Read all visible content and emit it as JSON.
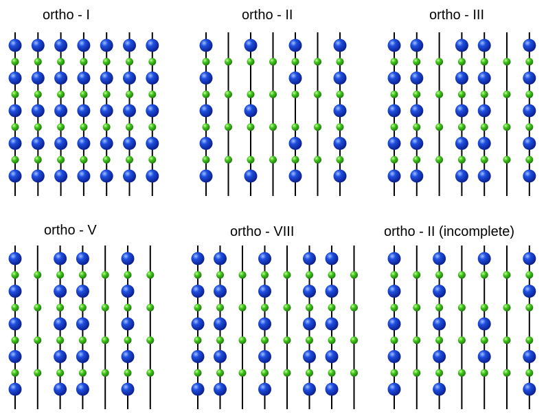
{
  "colors": {
    "large_atom": "#1f4fe0",
    "small_atom": "#44c81e",
    "chain": "#000000",
    "background": "#ffffff"
  },
  "panels": [
    {
      "title": "ortho - I",
      "chains": [
        {
          "blue": [
            0,
            1,
            2,
            3,
            4
          ],
          "green": [
            0,
            1,
            2,
            3
          ]
        },
        {
          "blue": [
            0,
            1,
            2,
            3,
            4
          ],
          "green": [
            0,
            1,
            2,
            3
          ]
        },
        {
          "blue": [
            0,
            1,
            2,
            3,
            4
          ],
          "green": [
            0,
            1,
            2,
            3
          ]
        },
        {
          "blue": [
            0,
            1,
            2,
            3,
            4
          ],
          "green": [
            0,
            1,
            2,
            3
          ]
        },
        {
          "blue": [
            0,
            1,
            2,
            3,
            4
          ],
          "green": [
            0,
            1,
            2,
            3
          ]
        },
        {
          "blue": [
            0,
            1,
            2,
            3,
            4
          ],
          "green": [
            0,
            1,
            2,
            3
          ]
        },
        {
          "blue": [
            0,
            1,
            2,
            3,
            4
          ],
          "green": [
            0,
            1,
            2,
            3
          ]
        }
      ]
    },
    {
      "title": "ortho - II",
      "chains": [
        {
          "blue": [
            0,
            1,
            2,
            3,
            4
          ],
          "green": [
            0,
            1,
            2,
            3
          ]
        },
        {
          "blue": [],
          "green": [
            0,
            1,
            2,
            3
          ]
        },
        {
          "blue": [
            0,
            2,
            4
          ],
          "green": [
            0,
            1,
            2,
            3
          ]
        },
        {
          "blue": [],
          "green": [
            0,
            1,
            2,
            3
          ]
        },
        {
          "blue": [
            0,
            1,
            3,
            4
          ],
          "green": [
            0,
            1,
            2,
            3
          ]
        },
        {
          "blue": [],
          "green": [
            0,
            1,
            2,
            3
          ]
        },
        {
          "blue": [
            0,
            1,
            2,
            3,
            4
          ],
          "green": [
            0,
            1,
            2,
            3
          ]
        }
      ]
    },
    {
      "title": "ortho - III",
      "chains": [
        {
          "blue": [
            0,
            1,
            2,
            3,
            4
          ],
          "green": [
            0,
            1,
            2,
            3
          ]
        },
        {
          "blue": [
            0,
            1,
            2,
            3,
            4
          ],
          "green": [
            0,
            1,
            2,
            3
          ]
        },
        {
          "blue": [],
          "green": [
            0,
            1,
            2,
            3
          ]
        },
        {
          "blue": [
            0,
            1,
            2,
            3,
            4
          ],
          "green": [
            0,
            1,
            2,
            3
          ]
        },
        {
          "blue": [
            0,
            1,
            2,
            3,
            4
          ],
          "green": [
            0,
            1,
            2,
            3
          ]
        },
        {
          "blue": [],
          "green": [
            0,
            1,
            2,
            3
          ]
        },
        {
          "blue": [
            0,
            1,
            2,
            3,
            4
          ],
          "green": [
            0,
            1,
            2,
            3
          ]
        }
      ]
    },
    {
      "title": "ortho - V",
      "chains": [
        {
          "blue": [
            0,
            1,
            2,
            3,
            4
          ],
          "green": [
            0,
            1,
            2,
            3
          ]
        },
        {
          "blue": [],
          "green": [
            0,
            1,
            2,
            3
          ]
        },
        {
          "blue": [
            0,
            1,
            2,
            3,
            4
          ],
          "green": [
            0,
            1,
            2,
            3
          ]
        },
        {
          "blue": [
            0,
            1,
            2,
            3,
            4
          ],
          "green": [
            0,
            1,
            2,
            3
          ]
        },
        {
          "blue": [],
          "green": [
            0,
            1,
            2,
            3
          ]
        },
        {
          "blue": [
            0,
            1,
            2,
            3,
            4
          ],
          "green": [
            0,
            1,
            2,
            3
          ]
        },
        {
          "blue": [],
          "green": [
            0,
            1,
            2,
            3
          ]
        }
      ]
    },
    {
      "title": "ortho - VIII",
      "chains": [
        {
          "blue": [
            0,
            1,
            2,
            3,
            4
          ],
          "green": [
            0,
            1,
            2,
            3
          ]
        },
        {
          "blue": [
            0,
            1,
            2,
            3,
            4
          ],
          "green": [
            0,
            1,
            2,
            3
          ]
        },
        {
          "blue": [],
          "green": [
            0,
            1,
            2,
            3
          ]
        },
        {
          "blue": [
            0,
            1,
            2,
            3,
            4
          ],
          "green": [
            0,
            1,
            2,
            3
          ]
        },
        {
          "blue": [],
          "green": [
            0,
            1,
            2,
            3
          ]
        },
        {
          "blue": [
            0,
            1,
            2,
            3,
            4
          ],
          "green": [
            0,
            1,
            2,
            3
          ]
        },
        {
          "blue": [
            0,
            1,
            2,
            3,
            4
          ],
          "green": [
            0,
            1,
            2,
            3
          ]
        },
        {
          "blue": [],
          "green": [
            0,
            1,
            2,
            3
          ]
        }
      ]
    },
    {
      "title": "ortho - II (incomplete)",
      "chains": [
        {
          "blue": [
            0,
            1,
            2,
            3,
            4
          ],
          "green": [
            0,
            1,
            2,
            3
          ]
        },
        {
          "blue": [],
          "green": [
            0,
            1,
            2,
            3
          ]
        },
        {
          "blue": [
            0,
            1,
            2,
            3,
            4
          ],
          "green": [
            0,
            1,
            2,
            3
          ]
        },
        {
          "blue": [],
          "green": [
            0,
            1,
            2,
            3
          ]
        },
        {
          "blue": [
            0,
            2,
            3
          ],
          "green": [
            0,
            1,
            2,
            3
          ]
        },
        {
          "blue": [],
          "green": [
            0,
            1,
            2,
            3
          ]
        },
        {
          "blue": [
            0,
            1,
            3,
            4
          ],
          "green": [
            0,
            1,
            2,
            3
          ]
        }
      ]
    }
  ]
}
